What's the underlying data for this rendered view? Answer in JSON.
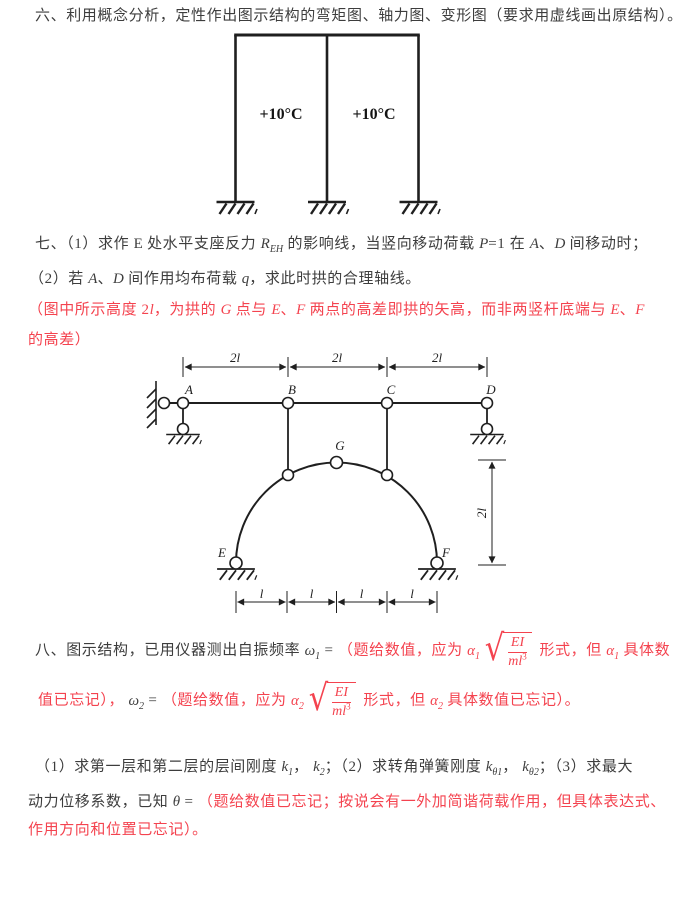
{
  "palette": {
    "ink": "#3d3d3d",
    "red": "#f4434f",
    "line": "#1f1f1f"
  },
  "problem6": {
    "title": [
      {
        "t": "六、利用概念分析，定性作出图示结构的弯矩图、轴力图、变形图（要求用虚线画出原结构）。"
      }
    ],
    "diagram": {
      "temp_left": "+10°C",
      "temp_right": "+10°C"
    }
  },
  "problem7": {
    "q1": [
      {
        "t": "七、（1）求作 "
      },
      {
        "t": "E",
        "f": "rm"
      },
      {
        "t": " 处水平支座反力 "
      },
      {
        "t": "R",
        "f": "it",
        "sub": "EH"
      },
      {
        "t": " 的影响线，当竖向移动荷载 "
      },
      {
        "t": "P",
        "f": "it"
      },
      {
        "t": "=1 在 "
      },
      {
        "t": "A",
        "f": "it"
      },
      {
        "t": "、"
      },
      {
        "t": "D",
        "f": "it"
      },
      {
        "t": " 间移动时；"
      }
    ],
    "q2": [
      {
        "t": "（2）若 "
      },
      {
        "t": "A",
        "f": "it"
      },
      {
        "t": "、"
      },
      {
        "t": "D",
        "f": "it"
      },
      {
        "t": " 间作用均布荷载 "
      },
      {
        "t": "q",
        "f": "it"
      },
      {
        "t": "，求此时拱的合理轴线。"
      }
    ],
    "note1": [
      {
        "t": "（图中所示高度 2",
        "c": "red"
      },
      {
        "t": "l",
        "f": "it",
        "c": "red"
      },
      {
        "t": "，为拱的 ",
        "c": "red"
      },
      {
        "t": "G",
        "f": "it",
        "c": "red"
      },
      {
        "t": " 点与 ",
        "c": "red"
      },
      {
        "t": "E",
        "f": "it",
        "c": "red"
      },
      {
        "t": "、",
        "c": "red"
      },
      {
        "t": "F",
        "f": "it",
        "c": "red"
      },
      {
        "t": " 两点的高差即拱的矢高，而非两竖杆底端与 ",
        "c": "red"
      },
      {
        "t": "E",
        "f": "it",
        "c": "red"
      },
      {
        "t": "、",
        "c": "red"
      },
      {
        "t": "F",
        "f": "it",
        "c": "red"
      }
    ],
    "note2": [
      {
        "t": "的高差）",
        "c": "red"
      }
    ],
    "diagram": {
      "dim_top": [
        "2l",
        "2l",
        "2l"
      ],
      "dim_bottom": [
        "l",
        "l",
        "l",
        "l"
      ],
      "dim_right": "2l",
      "labels": {
        "A": "A",
        "B": "B",
        "C": "C",
        "D": "D",
        "E": "E",
        "F": "F",
        "G": "G"
      }
    }
  },
  "problem8": {
    "l1": [
      {
        "t": "八、图示结构，已用仪器测出自振频率 "
      },
      {
        "t": "ω",
        "f": "it",
        "sub": "1"
      },
      {
        "t": " = "
      },
      {
        "t": "（题给数值，应为 ",
        "c": "red"
      },
      {
        "t": "α",
        "f": "it",
        "c": "red",
        "sub": "1"
      },
      {
        "sqrt": {
          "num": "EI",
          "den": "ml",
          "dexp": "3"
        },
        "c": "red"
      },
      {
        "t": " 形式，但 ",
        "c": "red"
      },
      {
        "t": "α",
        "f": "it",
        "c": "red",
        "sub": "1"
      },
      {
        "t": " 具体数",
        "c": "red"
      }
    ],
    "l2": [
      {
        "t": "值已忘记）， ",
        "c": "red"
      },
      {
        "t": "ω",
        "f": "it",
        "sub": "2"
      },
      {
        "t": " = "
      },
      {
        "t": "（题给数值，应为 ",
        "c": "red"
      },
      {
        "t": "α",
        "f": "it",
        "c": "red",
        "sub": "2"
      },
      {
        "sqrt": {
          "num": "EI",
          "den": "ml",
          "dexp": "3"
        },
        "c": "red"
      },
      {
        "t": " 形式，但 ",
        "c": "red"
      },
      {
        "t": "α",
        "f": "it",
        "c": "red",
        "sub": "2"
      },
      {
        "t": " 具体数值已忘记）。",
        "c": "red"
      }
    ],
    "l3": [
      {
        "t": "（1）求第一层和第二层的层间刚度 "
      },
      {
        "t": "k",
        "f": "it",
        "sub": "1"
      },
      {
        "t": "， "
      },
      {
        "t": "k",
        "f": "it",
        "sub": "2"
      },
      {
        "t": "；（2）求转角弹簧刚度 "
      },
      {
        "t": "k",
        "f": "it",
        "sub": "θ1"
      },
      {
        "t": "， "
      },
      {
        "t": "k",
        "f": "it",
        "sub": "θ2"
      },
      {
        "t": "；（3）求最大"
      }
    ],
    "l4": [
      {
        "t": "动力位移系数，已知 "
      },
      {
        "t": "θ",
        "f": "it"
      },
      {
        "t": " = "
      },
      {
        "t": "（题给数值已忘记；按说会有一外加简谐荷载作用，但具体表达式、",
        "c": "red"
      }
    ],
    "l5": [
      {
        "t": "作用方向和位置已忘记）。",
        "c": "red"
      }
    ]
  }
}
